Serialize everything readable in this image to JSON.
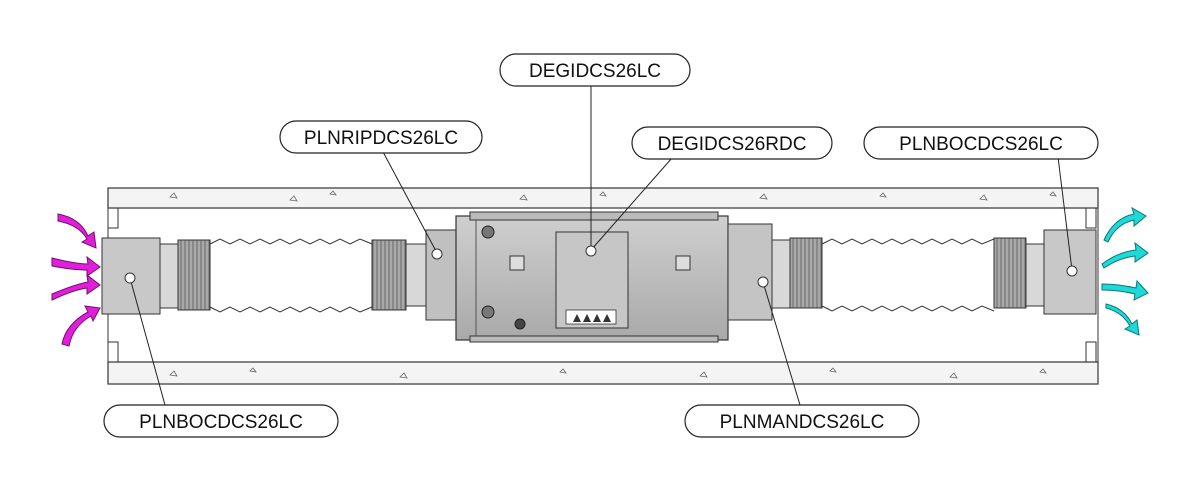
{
  "callouts": {
    "top_center": "DEGIDCS26LC",
    "mid_center": "DEGIDCS26RDC",
    "top_left": "PLNRIPDCS26LC",
    "top_right": "PLNBOCDCS26LC",
    "bottom_left": "PLNBOCDCS26LC",
    "bottom_right": "PLNMANDCS26LC"
  },
  "colors": {
    "inlet_arrows": "#e020d8",
    "outlet_arrows": "#20d8d8",
    "unit_body": "#b8b8b8",
    "duct": "#c8c8c8",
    "concrete": "#f4f4f4"
  },
  "icons": {
    "inlet": "curved-arrow-right-icon",
    "outlet": "curved-arrow-right-icon",
    "warning": "warning-triangle-icon"
  }
}
